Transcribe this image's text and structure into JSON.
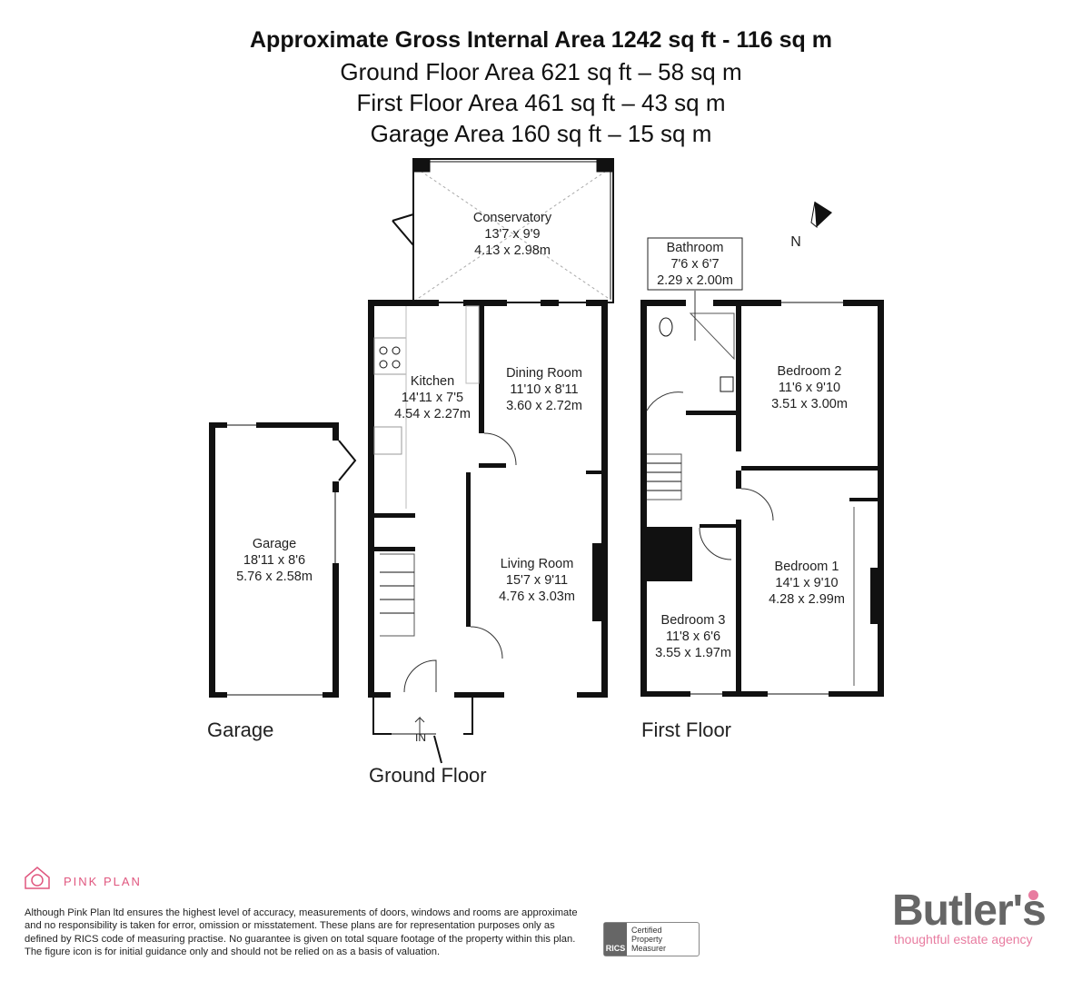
{
  "header": {
    "gross": "Approximate Gross Internal Area 1242 sq ft - 116 sq m",
    "ground": "Ground Floor Area 621 sq ft – 58 sq m",
    "first": "First Floor Area 461 sq ft – 43 sq m",
    "garage": "Garage Area 160 sq ft – 15 sq m"
  },
  "rooms": {
    "conservatory": {
      "name": "Conservatory",
      "imperial": "13'7 x 9'9",
      "metric": "4.13 x 2.98m"
    },
    "kitchen": {
      "name": "Kitchen",
      "imperial": "14'11 x 7'5",
      "metric": "4.54 x 2.27m"
    },
    "dining": {
      "name": "Dining Room",
      "imperial": "11'10 x 8'11",
      "metric": "3.60 x 2.72m"
    },
    "living": {
      "name": "Living Room",
      "imperial": "15'7 x 9'11",
      "metric": "4.76 x 3.03m"
    },
    "garage": {
      "name": "Garage",
      "imperial": "18'11 x 8'6",
      "metric": "5.76 x 2.58m"
    },
    "bathroom": {
      "name": "Bathroom",
      "imperial": "7'6 x 6'7",
      "metric": "2.29 x 2.00m"
    },
    "bedroom2": {
      "name": "Bedroom 2",
      "imperial": "11'6 x 9'10",
      "metric": "3.51 x 3.00m"
    },
    "bedroom1": {
      "name": "Bedroom 1",
      "imperial": "14'1 x 9'10",
      "metric": "4.28 x 2.99m"
    },
    "bedroom3": {
      "name": "Bedroom 3",
      "imperial": "11'8 x 6'6",
      "metric": "3.55 x 1.97m"
    }
  },
  "floor_labels": {
    "garage": "Garage",
    "ground": "Ground Floor",
    "first": "First Floor"
  },
  "entrance": "IN",
  "compass": "N",
  "footer": {
    "brand": "PINK PLAN",
    "disclaimer": "Although Pink Plan ltd ensures the highest level of accuracy, measurements of doors, windows and rooms are approximate and no responsibility is taken for error, omission or misstatement. These plans are for representation purposes only as defined by RICS code of measuring practise. No guarantee is given on total square footage of the property within this plan. The figure icon is for initial guidance only and should not be relied on as a basis of valuation.",
    "rics": "RICS",
    "rics_badge": "Certified Property Measurer",
    "agency": "Butler's",
    "agency_tagline": "thoughtful estate agency"
  },
  "colors": {
    "wall": "#111111",
    "accent": "#e87ca0"
  }
}
